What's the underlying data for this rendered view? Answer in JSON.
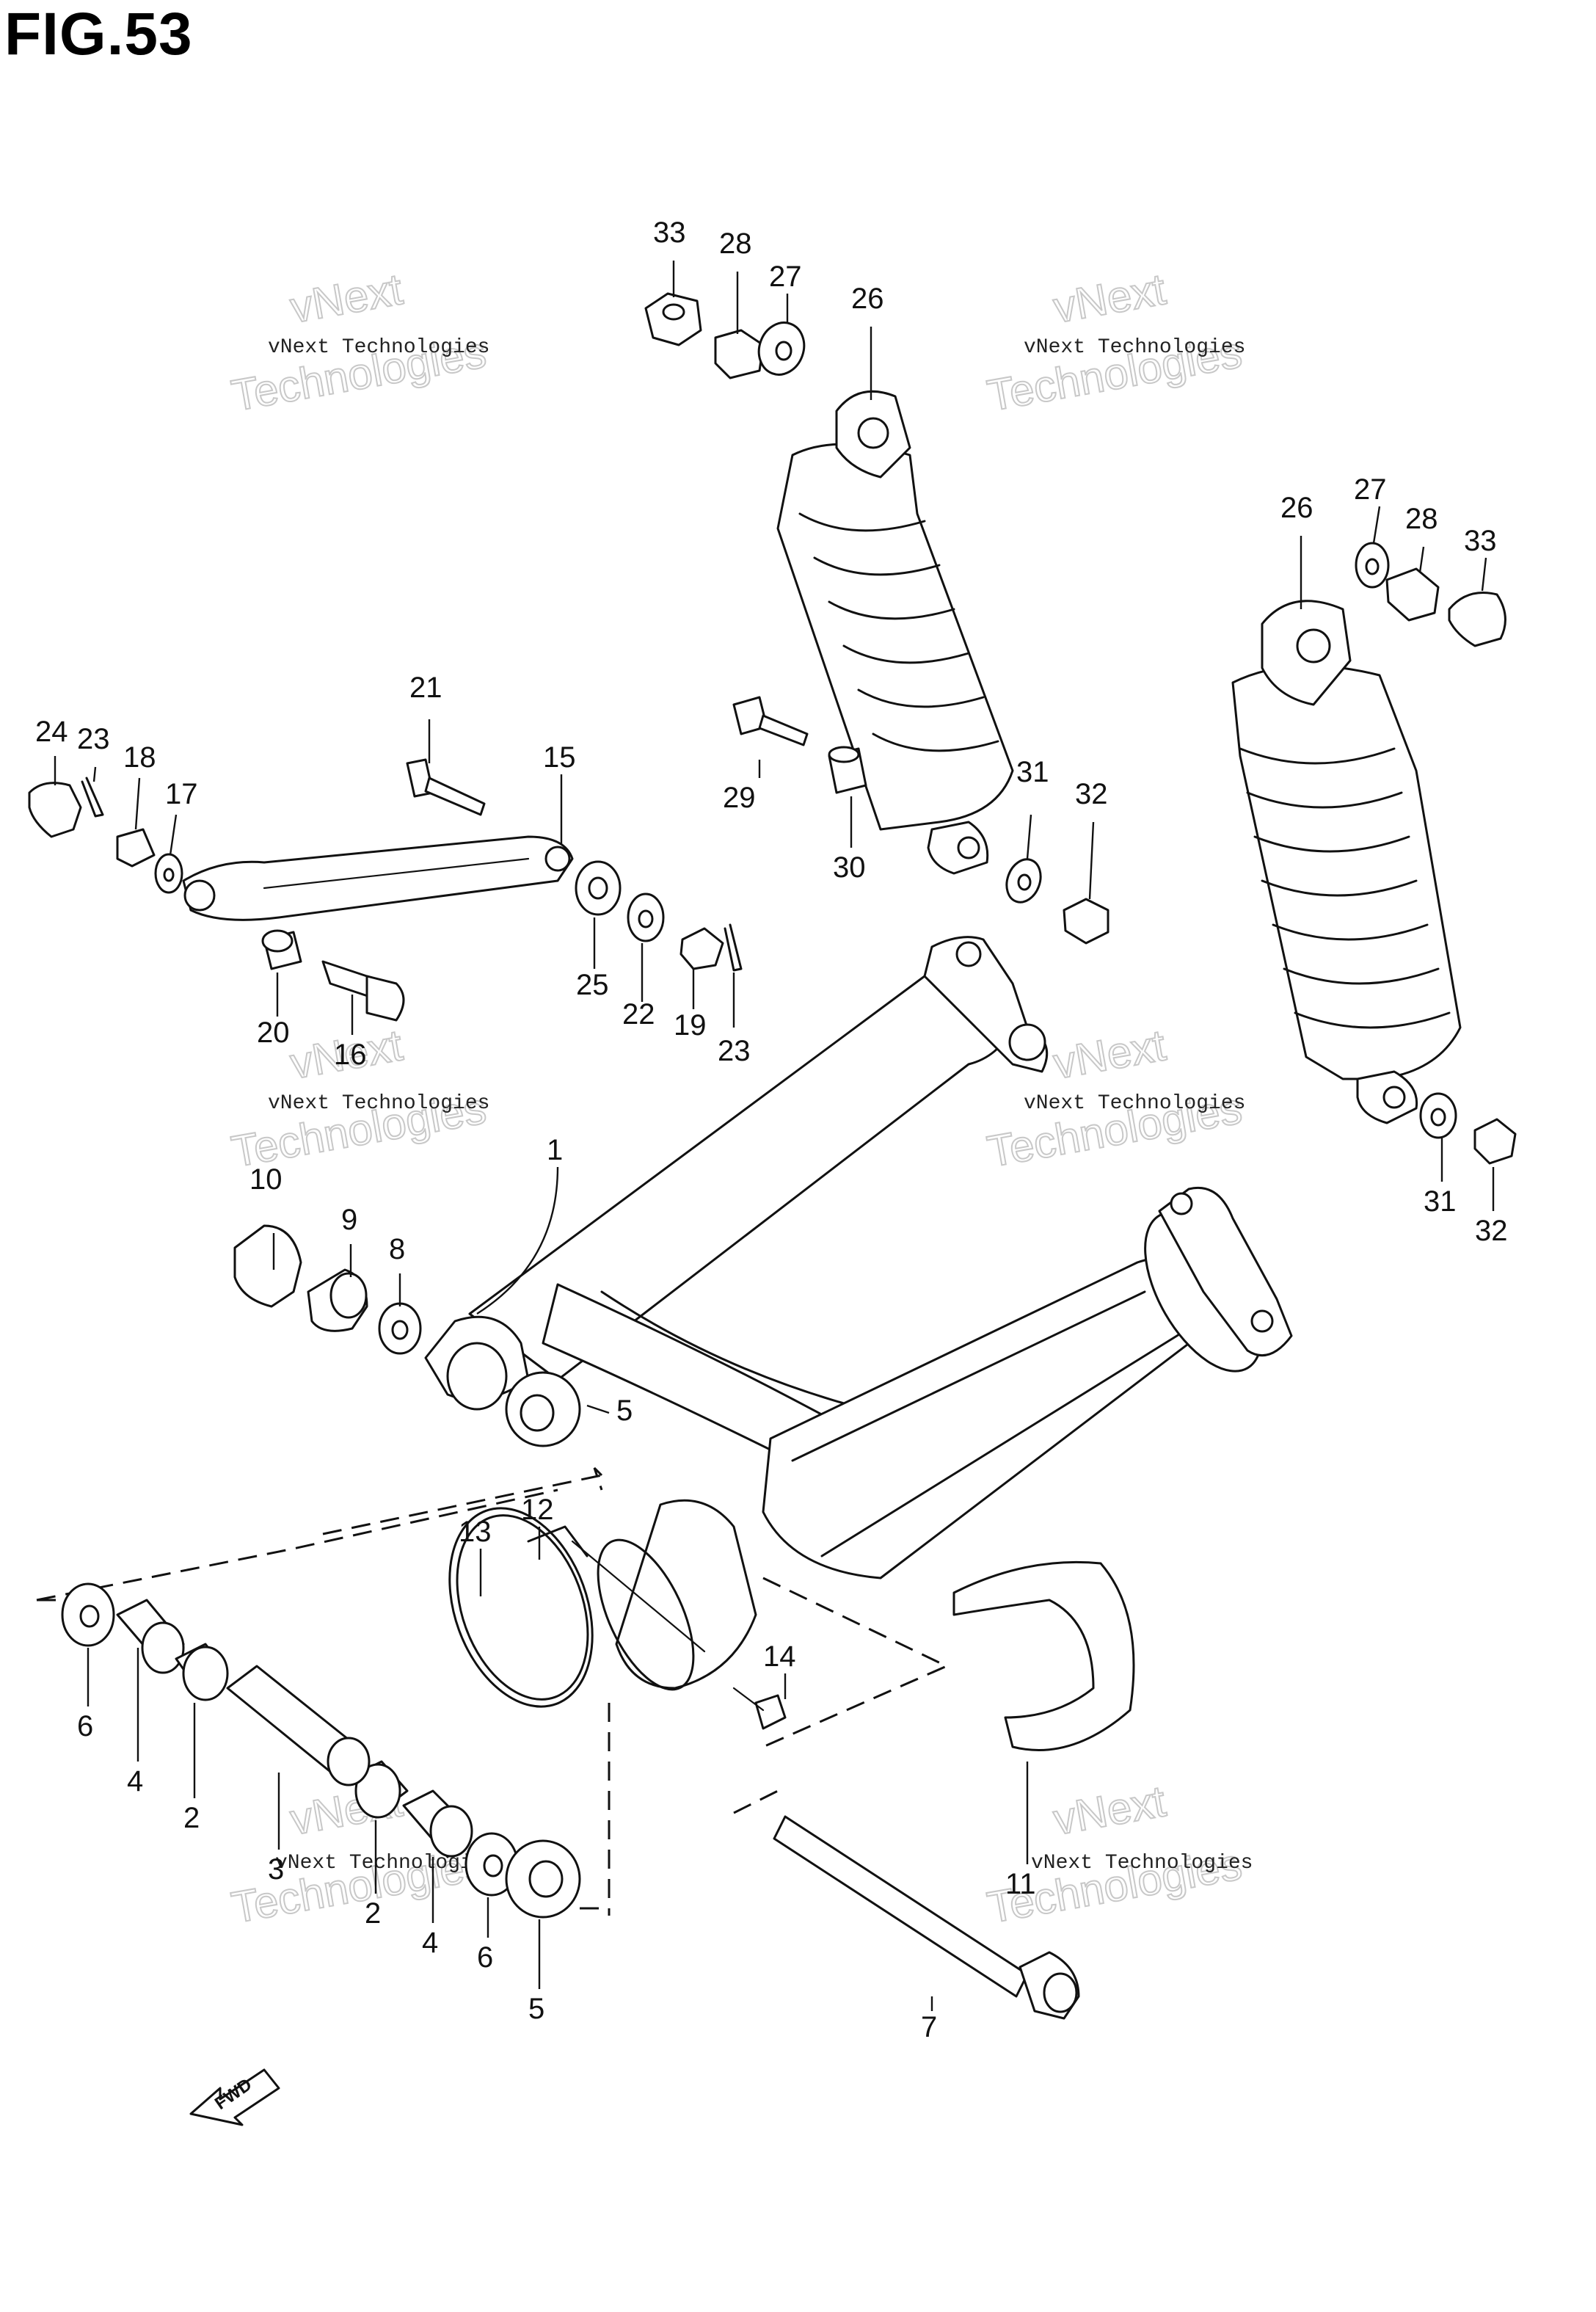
{
  "figure": {
    "title": "FIG.53",
    "direction_label": "FWD"
  },
  "callouts": {
    "c1": "1",
    "c2a": "2",
    "c2b": "2",
    "c3": "3",
    "c4a": "4",
    "c4b": "4",
    "c5a": "5",
    "c5b": "5",
    "c6a": "6",
    "c6b": "6",
    "c7": "7",
    "c8": "8",
    "c9": "9",
    "c10": "10",
    "c11": "11",
    "c12": "12",
    "c13": "13",
    "c14": "14",
    "c15": "15",
    "c16": "16",
    "c17": "17",
    "c18": "18",
    "c19": "19",
    "c20": "20",
    "c21": "21",
    "c22": "22",
    "c23a": "23",
    "c23b": "23",
    "c24": "24",
    "c25": "25",
    "c26a": "26",
    "c26b": "26",
    "c27a": "27",
    "c27b": "27",
    "c28a": "28",
    "c28b": "28",
    "c29": "29",
    "c30": "30",
    "c31a": "31",
    "c31b": "31",
    "c32a": "32",
    "c32b": "32",
    "c33a": "33",
    "c33b": "33"
  },
  "watermark": {
    "line1": "vNext Technologies",
    "line2": "Technologies",
    "line3": "vNext"
  }
}
